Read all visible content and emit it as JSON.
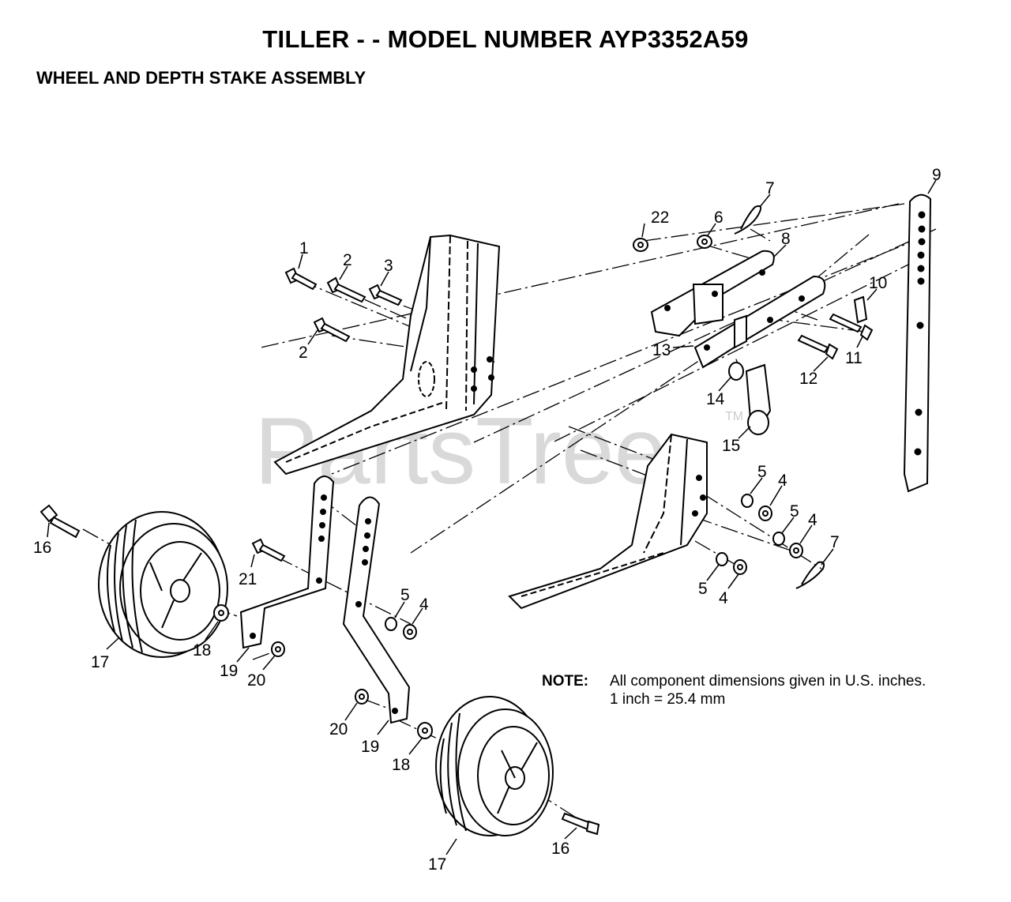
{
  "title": "TILLER - - MODEL NUMBER AYP3352A59",
  "subtitle": "WHEEL AND DEPTH STAKE ASSEMBLY",
  "watermark": {
    "text": "PartsTree",
    "trademark": "TM"
  },
  "note": {
    "label": "NOTE:",
    "lines": [
      "All component dimensions given in U.S. inches.",
      "1 inch = 25.4 mm"
    ]
  },
  "callouts": {
    "c1": "1",
    "c2a": "2",
    "c2b": "2",
    "c3": "3",
    "c4a": "4",
    "c4b": "4",
    "c4c": "4",
    "c4d": "4",
    "c5a": "5",
    "c5b": "5",
    "c5c": "5",
    "c5d": "5",
    "c6": "6",
    "c7a": "7",
    "c7b": "7",
    "c8": "8",
    "c9": "9",
    "c10": "10",
    "c11": "11",
    "c12": "12",
    "c13": "13",
    "c14": "14",
    "c15": "15",
    "c16a": "16",
    "c16b": "16",
    "c17a": "17",
    "c17b": "17",
    "c18a": "18",
    "c18b": "18",
    "c19a": "19",
    "c19b": "19",
    "c20a": "20",
    "c20b": "20",
    "c21": "21",
    "c22": "22"
  }
}
